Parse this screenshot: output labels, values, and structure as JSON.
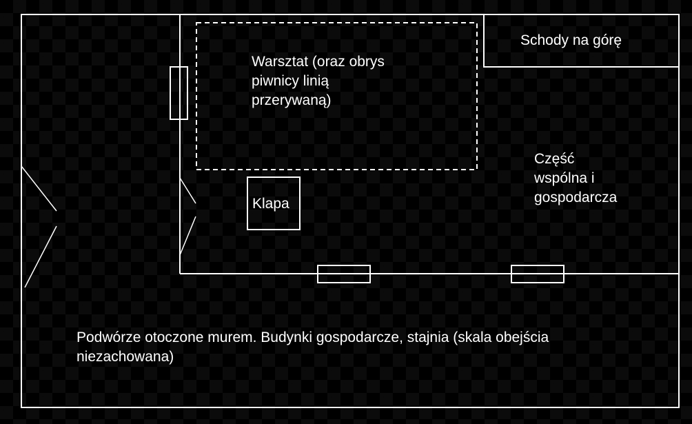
{
  "diagram": {
    "type": "floor-plan",
    "colors": {
      "line": "#ffffff",
      "text": "#ffffff",
      "background_dark": "#000000",
      "background_light": "#0b0b0b"
    },
    "rooms": {
      "workshop": {
        "label": "Warsztat (oraz obrys\npiwnicy linią\nprzerywaną)"
      },
      "stairs": {
        "label": "Schody na górę"
      },
      "common_area": {
        "label": "Część\nwspólna i\ngospodarcza"
      },
      "hatch": {
        "label": "Klapa"
      },
      "yard": {
        "label": "Podwórze otoczone murem. Budynki gospodarcze, stajnia (skala obejścia\nniezachowana)"
      }
    }
  }
}
